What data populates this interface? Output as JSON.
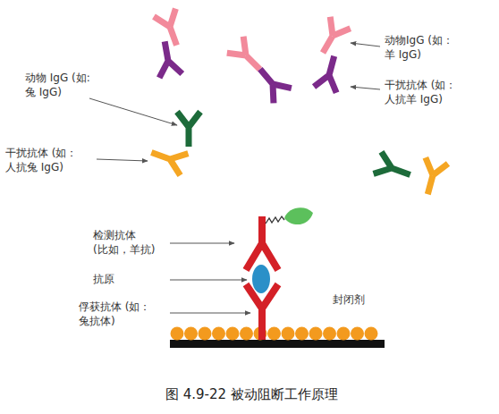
{
  "diagram": {
    "caption": "图 4.9-22 被动阻断工作原理",
    "labels": [
      "动物IgG (如：羊 IgG)",
      "干扰抗体 (如：人抗羊 IgG)",
      "动物 IgG (如:兔 IgG)",
      "干扰抗体 (如：人抗兔 IgG)",
      "检测抗体 (比如，羊抗)",
      "抗原",
      "俘获抗体 (如：兔抗体)",
      "封闭剂"
    ]
  }
}
